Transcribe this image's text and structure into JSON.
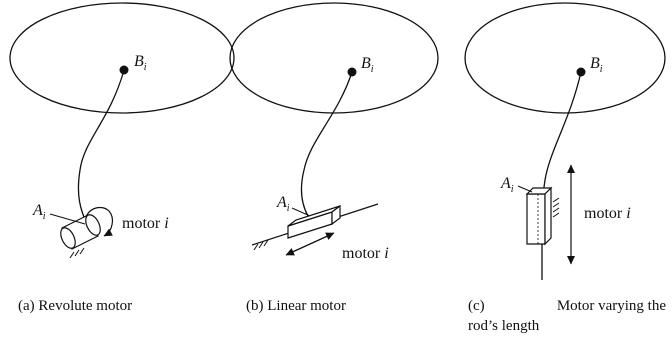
{
  "panels": [
    {
      "point_b": "B",
      "point_b_sub": "i",
      "point_a": "A",
      "point_a_sub": "i",
      "motor_word": "motor",
      "motor_index": "i",
      "caption_tag": "(a)",
      "caption": "Revolute motor"
    },
    {
      "point_b": "B",
      "point_b_sub": "i",
      "point_a": "A",
      "point_a_sub": "i",
      "motor_word": "motor",
      "motor_index": "i",
      "caption_tag": "(b)",
      "caption": "Linear motor"
    },
    {
      "point_b": "B",
      "point_b_sub": "i",
      "point_a": "A",
      "point_a_sub": "i",
      "motor_word": "motor",
      "motor_index": "i",
      "caption_tag": "(c)",
      "caption_line1": "Motor varying the",
      "caption_line2": "rod’s length"
    }
  ]
}
